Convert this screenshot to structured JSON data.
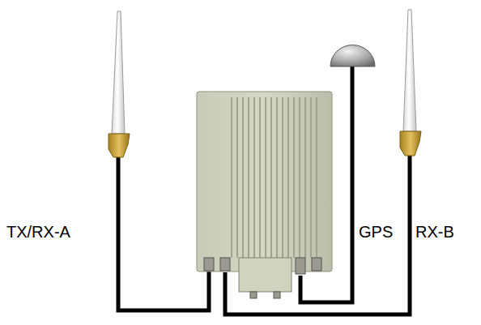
{
  "diagram": {
    "labels": [
      "TX/RX-A",
      "GPS",
      "RX-B"
    ]
  }
}
